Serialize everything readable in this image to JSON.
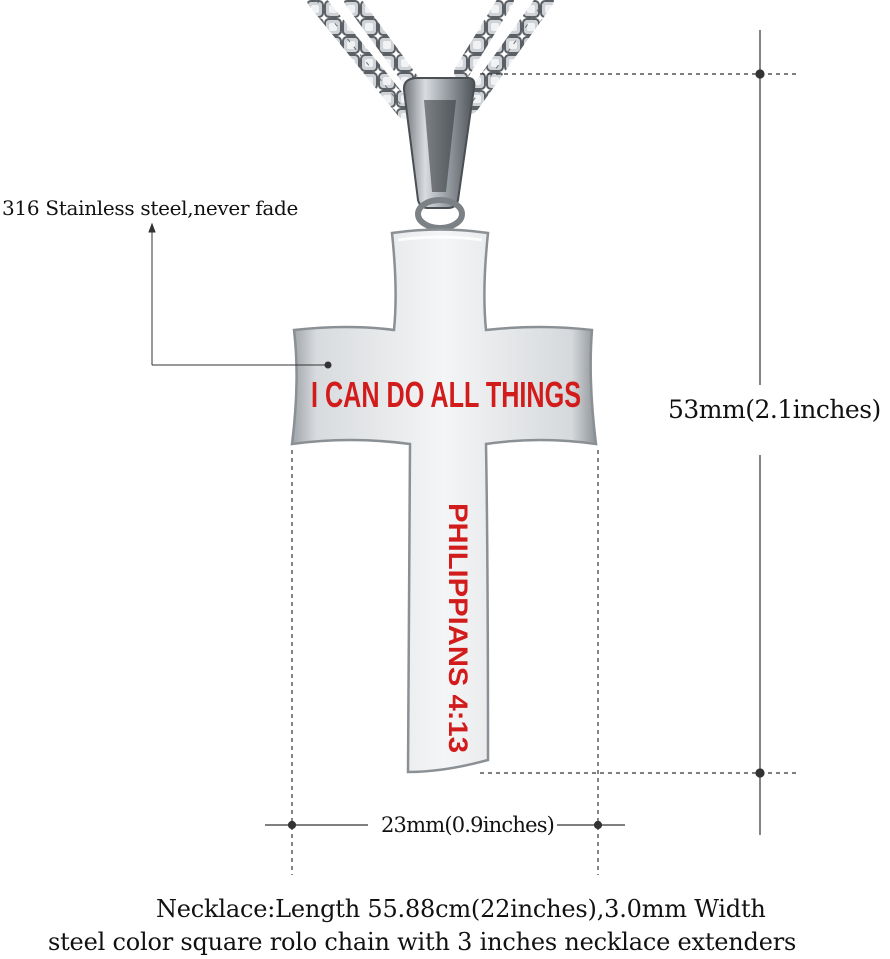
{
  "product": {
    "engraving_line": "I CAN DO ALL THINGS",
    "engraving_verse": "PHILIPPIANS 4:13",
    "engraving_color": "#d21c1c",
    "metal_color": "#c8ccd0"
  },
  "annotations": {
    "material": "316 Stainless steel,never fade",
    "height": "53mm(2.1inches)",
    "width": "23mm(0.9inches)"
  },
  "footer": {
    "line1": "Necklace:Length 55.88cm(22inches),3.0mm Width",
    "line2": "steel color square rolo chain with 3 inches necklace extenders"
  }
}
